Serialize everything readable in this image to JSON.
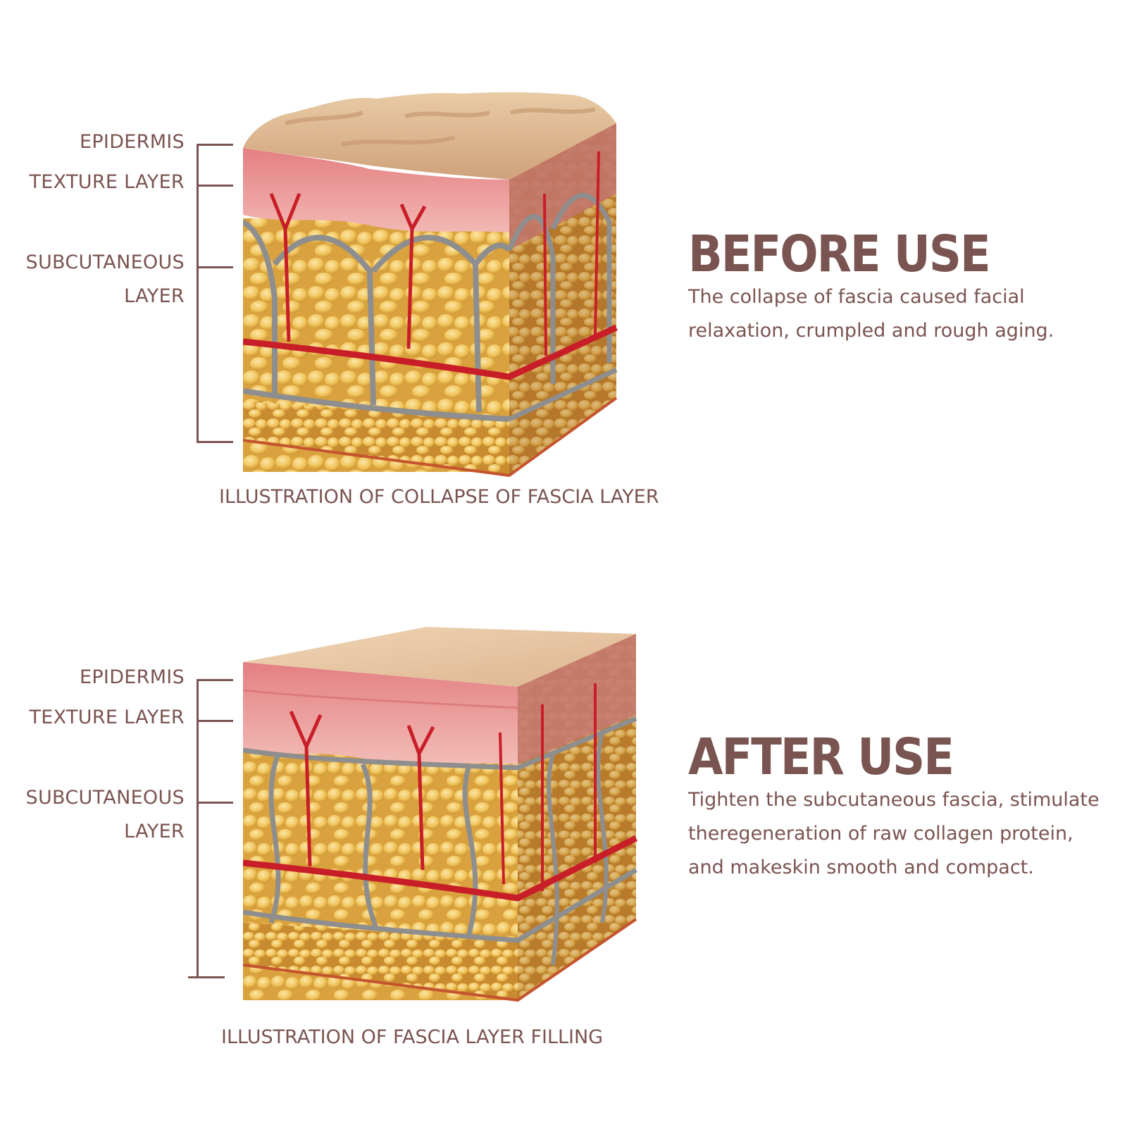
{
  "before": {
    "labels": {
      "epidermis": "EPIDERMIS",
      "texture": "TEXTURE LAYER",
      "subcutaneous_1": "SUBCUTANEOUS",
      "subcutaneous_2": "LAYER"
    },
    "caption": "ILLUSTRATION OF COLLAPSE OF FASCIA LAYER",
    "heading": "BEFORE USE",
    "description": [
      "The collapse of fascia caused facial",
      "relaxation, crumpled and rough aging."
    ]
  },
  "after": {
    "labels": {
      "epidermis": "EPIDERMIS",
      "texture": "TEXTURE LAYER",
      "subcutaneous_1": "SUBCUTANEOUS",
      "subcutaneous_2": "LAYER"
    },
    "caption": "ILLUSTRATION OF FASCIA LAYER FILLING",
    "heading": "AFTER USE",
    "description": [
      "Tighten the subcutaneous fascia, stimulate",
      "theregeneration of raw collagen protein,",
      "and makeskin smooth and compact."
    ]
  },
  "colors": {
    "text": "#7a5450",
    "skin_top": "#dcb690",
    "dermis": "#e8a0a0",
    "fat": "#f0c060",
    "vessel": "#c81e28",
    "fascia": "#8a8a8a"
  }
}
